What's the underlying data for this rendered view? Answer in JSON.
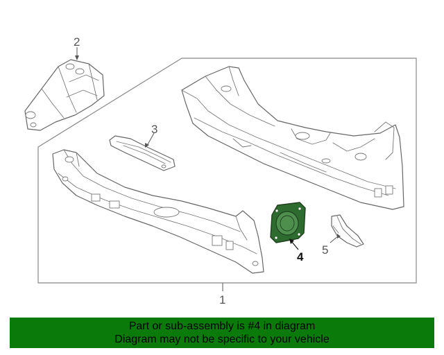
{
  "callouts": {
    "c1": "1",
    "c2": "2",
    "c3": "3",
    "c4": "4",
    "c5": "5"
  },
  "banner": {
    "line1": "Part or sub-assembly is #4 in diagram",
    "line2": "Diagram may not be specific to your vehicle"
  },
  "colors": {
    "highlight_part": "#2e6b2e",
    "banner_bg": "#0a7a0a",
    "line": "#666666"
  }
}
